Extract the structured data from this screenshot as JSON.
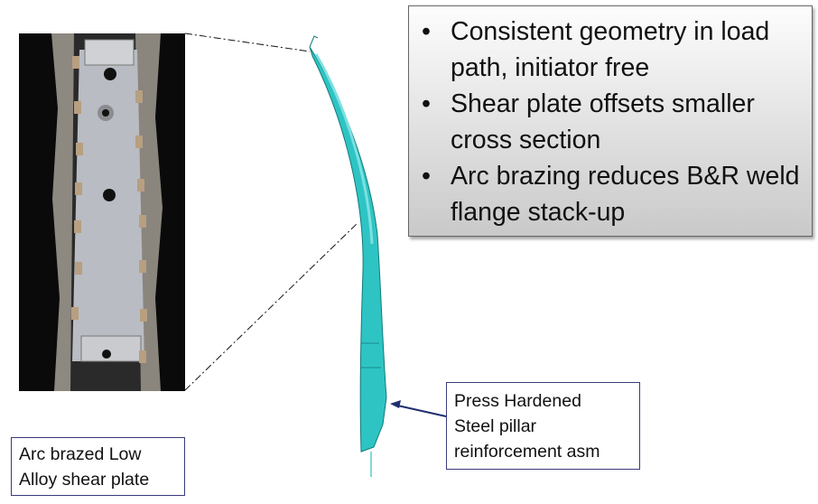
{
  "bullets": [
    "Consistent geometry in load path, initiator free",
    "Shear plate offsets smaller cross section",
    "Arc brazing reduces B&R weld flange stack-up"
  ],
  "bullet_glyph": "•",
  "left_label": {
    "line1": "Arc brazed Low",
    "line2": "Alloy shear plate"
  },
  "right_label": {
    "line1": "Press Hardened",
    "line2": "Steel pillar",
    "line3": "reinforcement asm"
  },
  "colors": {
    "pillar": "#2ec4c4",
    "label_border": "#3a3a7a",
    "arrow": "#1f2f6f"
  }
}
